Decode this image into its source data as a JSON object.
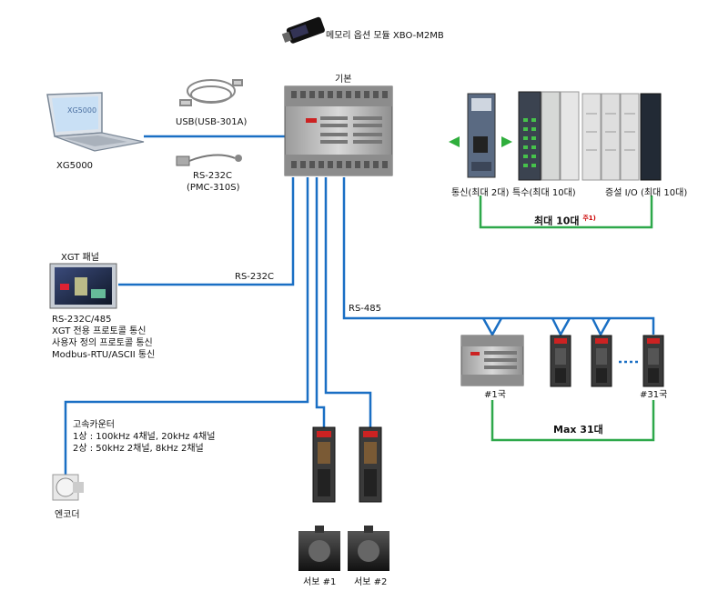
{
  "colors": {
    "line_blue": "#1a6fc4",
    "line_green": "#2da84a",
    "module_gray": "#8a8a8a",
    "module_dark": "#2e3640",
    "arrow_green": "#2fae3c"
  },
  "labels": {
    "memory_module": "메모리 옵션 모듈  XBO-M2MB",
    "base": "기본",
    "usb": "USB(USB-301A)",
    "rs232c_cable": "RS-232C",
    "pmc": "(PMC-310S)",
    "xg5000": "XG5000",
    "comm": "통신(최대 2대)",
    "special": "특수(최대 10대)",
    "expansion": "증설 I/O (최대 10대)",
    "max10": "최대 10대",
    "note": "주1)",
    "xgt_panel": "XGT 패널",
    "rs232c_link": "RS-232C",
    "rs485_link": "RS-485",
    "panel_info": [
      "RS-232C/485",
      "XGT 전용 프로토콜 통신",
      "사용자 정의 프로토콜 통신",
      "Modbus-RTU/ASCII 통신"
    ],
    "station1": "#1국",
    "station31": "#31국",
    "max31": "Max 31대",
    "counter_title": "고속카운터",
    "counter_line1": "1상 : 100kHz 4채널, 20kHz 4채널",
    "counter_line2": "2상 : 50kHz 2채널, 8kHz 2채널",
    "encoder": "엔코더",
    "servo1": "서보 #1",
    "servo2": "서보 #2"
  },
  "icons": [
    "laptop-icon",
    "usb-cable-icon",
    "serial-cable-icon",
    "memory-module-icon",
    "plc-base-icon",
    "comm-module-icon",
    "special-module-icon",
    "io-module-icon",
    "hmi-panel-icon",
    "inverter-icon",
    "servo-drive-icon",
    "servo-motor-icon",
    "encoder-icon"
  ]
}
